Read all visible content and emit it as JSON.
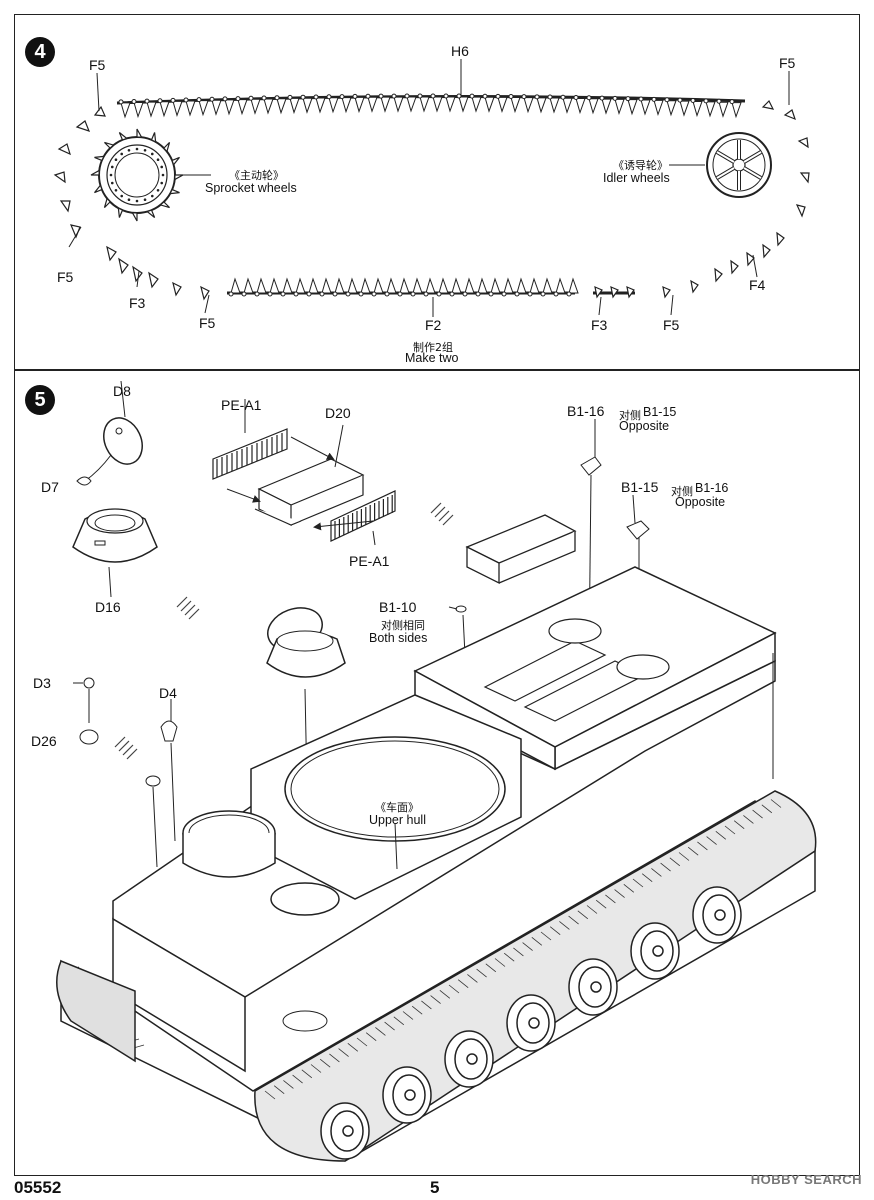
{
  "page": {
    "catalog_number": "05552",
    "page_number": "5",
    "watermark": "HOBBY SEARCH"
  },
  "step4": {
    "step_number": "4",
    "labels": {
      "h6": "H6",
      "f5_top_left": "F5",
      "f5_top_right": "F5",
      "f5_left": "F5",
      "f5_bottom_left": "F5",
      "f5_bottom_right": "F5",
      "f3_left": "F3",
      "f3_right": "F3",
      "f2": "F2",
      "f4": "F4"
    },
    "sprocket": {
      "cn": "《主动轮》",
      "en": "Sprocket wheels"
    },
    "idler": {
      "cn": "《诱导轮》",
      "en": "Idler wheels"
    },
    "make_two": {
      "cn": "制作2组",
      "en": "Make two"
    }
  },
  "step5": {
    "step_number": "5",
    "labels": {
      "d8": "D8",
      "d7": "D7",
      "d16": "D16",
      "pe_a1_top": "PE-A1",
      "d20": "D20",
      "pe_a1_bottom": "PE-A1",
      "b1_16": "B1-16",
      "b1_15": "B1-15",
      "b1_10": "B1-10",
      "d3": "D3",
      "d26": "D26",
      "d4": "D4"
    },
    "b1_16_note": {
      "cn": "对侧",
      "ref": "B1-15",
      "en": "Opposite"
    },
    "b1_15_note": {
      "cn": "对侧",
      "ref": "B1-16",
      "en": "Opposite"
    },
    "b1_10_note": {
      "cn": "对侧相同",
      "en": "Both sides"
    },
    "upper_hull": {
      "cn": "《车面》",
      "en": "Upper hull"
    }
  }
}
